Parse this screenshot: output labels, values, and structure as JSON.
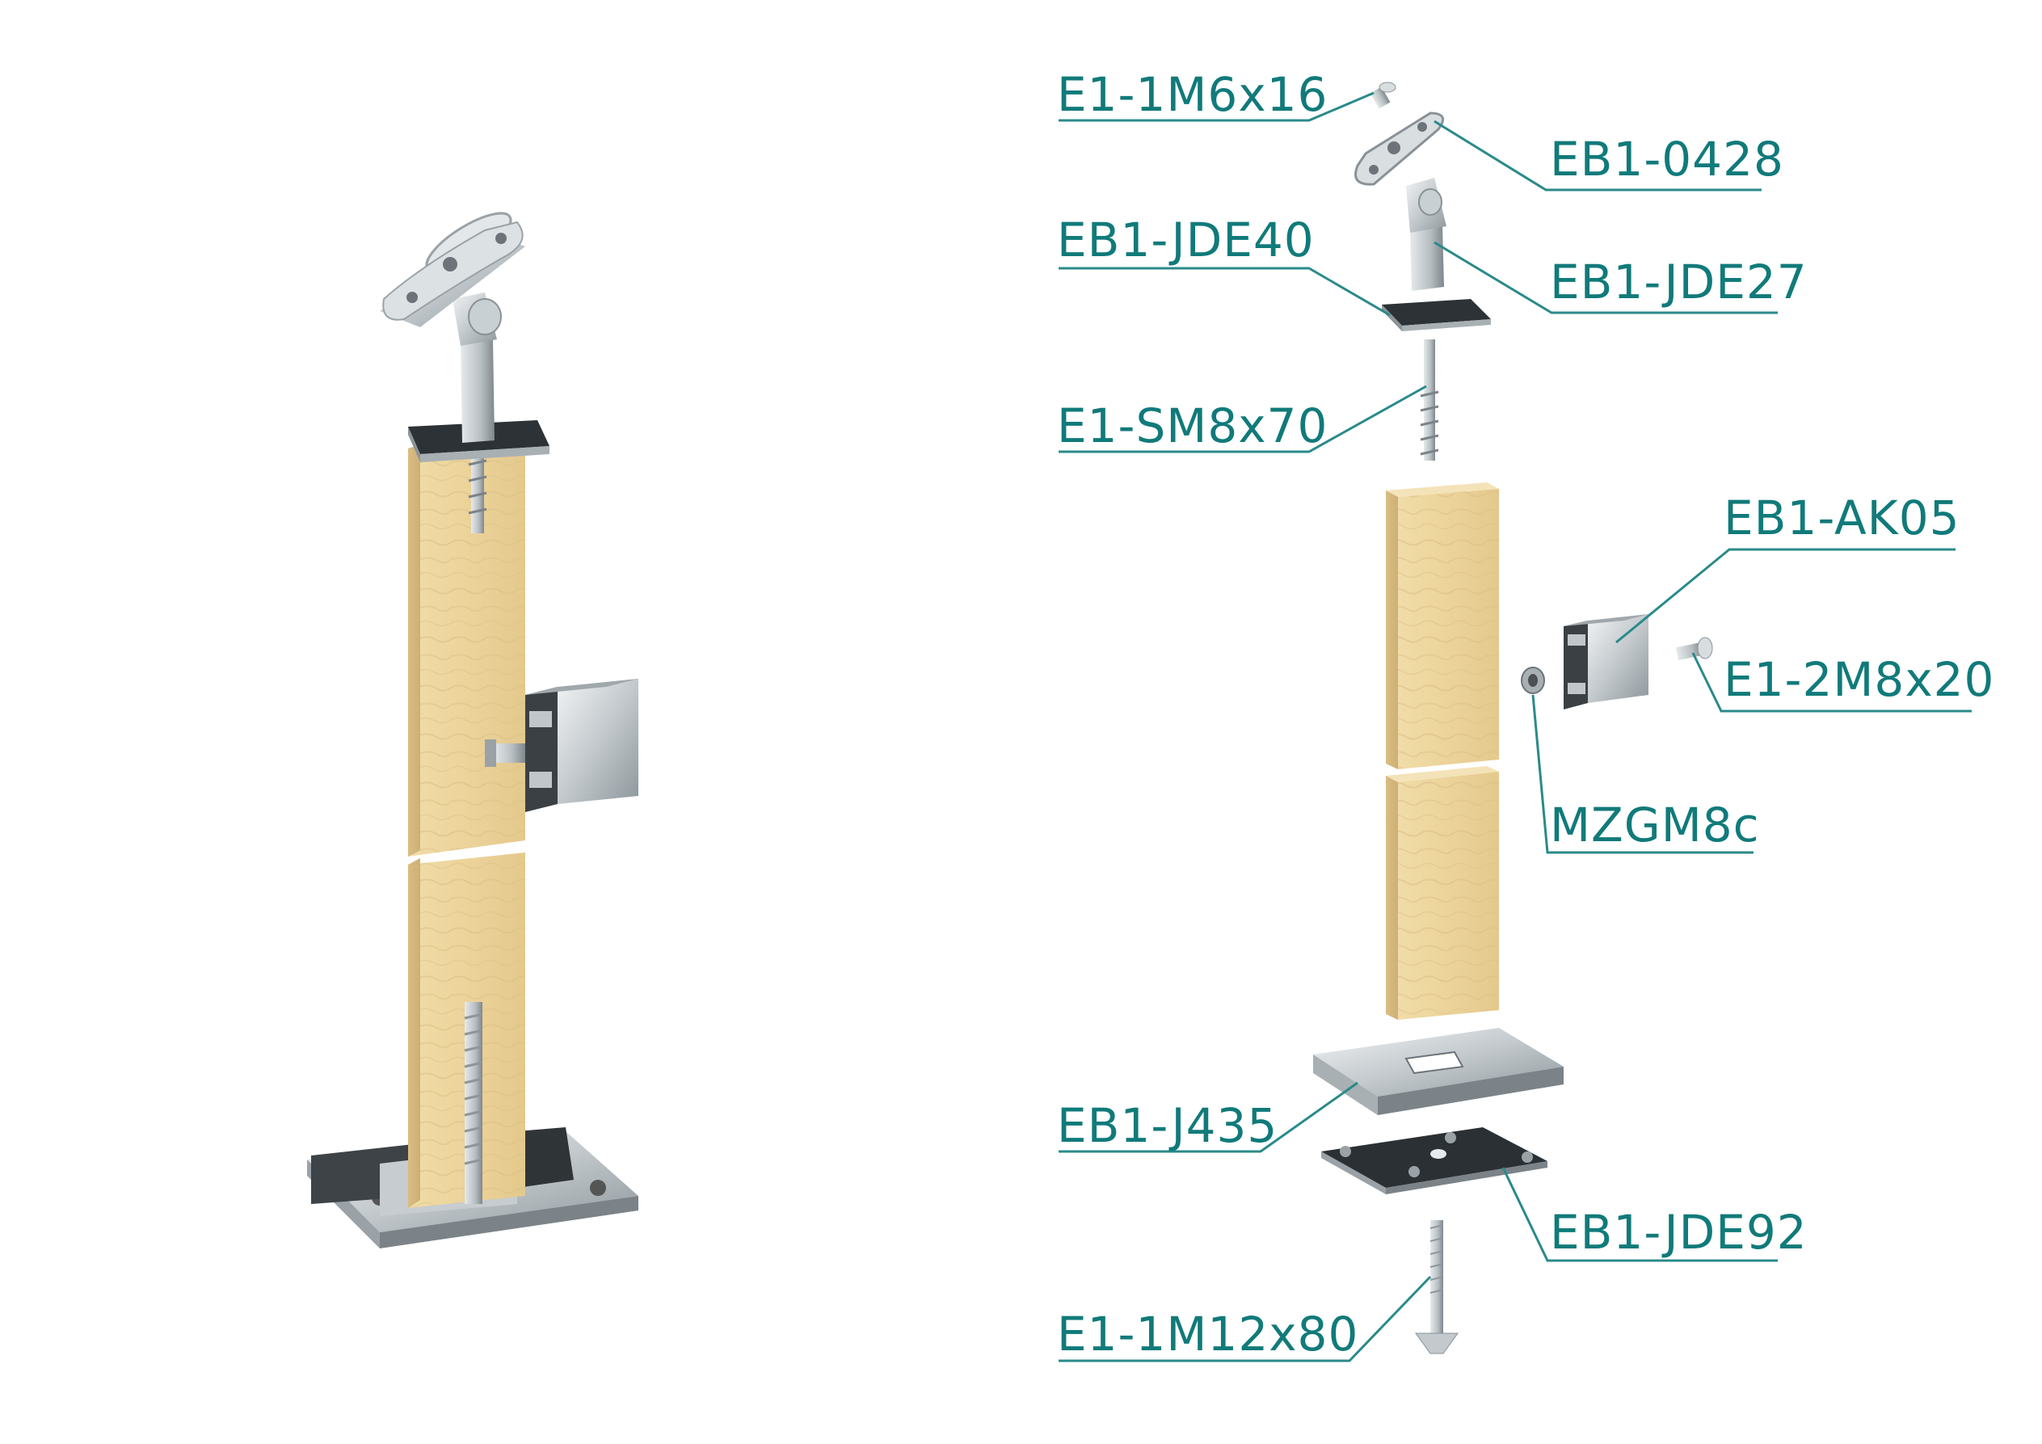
{
  "colors": {
    "label": "#117a7a",
    "leader": "#2a8a8a",
    "wood": "#eed7a0",
    "wood_dark": "#d8b878",
    "steel": "#c9cfd3",
    "steel_dark": "#8a9297"
  },
  "parts": [
    {
      "id": "e1-1m6x16",
      "code": "E1-1M6x16"
    },
    {
      "id": "eb1-0428",
      "code": "EB1-0428"
    },
    {
      "id": "eb1-jde40",
      "code": "EB1-JDE40"
    },
    {
      "id": "eb1-jde27",
      "code": "EB1-JDE27"
    },
    {
      "id": "e1-sm8x70",
      "code": "E1-SM8x70"
    },
    {
      "id": "eb1-ak05",
      "code": "EB1-AK05"
    },
    {
      "id": "e1-2m8x20",
      "code": "E1-2M8x20"
    },
    {
      "id": "mzgm8c",
      "code": "MZGM8c"
    },
    {
      "id": "eb1-j435",
      "code": "EB1-J435"
    },
    {
      "id": "eb1-jde92",
      "code": "EB1-JDE92"
    },
    {
      "id": "e1-1m12x80",
      "code": "E1-1M12x80"
    }
  ]
}
